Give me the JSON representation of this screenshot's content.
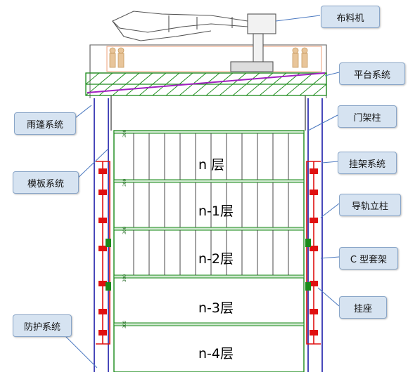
{
  "callouts": {
    "distributor": "布料机",
    "platform": "平台系统",
    "canopy": "雨篷系统",
    "gantry_column": "门架柱",
    "formwork": "模板系统",
    "hanging_frame": "挂架系统",
    "guide_rail": "导轨立柱",
    "c_frame": "C 型套架",
    "mount_seat": "挂座",
    "protection": "防护系统"
  },
  "floors": [
    "n 层",
    "n-1层",
    "n-2层",
    "n-3层",
    "n-4层"
  ],
  "dimension_marks": [
    "300",
    "300",
    "300",
    "300",
    "300"
  ],
  "colors": {
    "callout_fill": "#d6e3f1",
    "steel_green": "#1a8a1a",
    "guide_blue": "#1a1aa8",
    "frame_red": "#e01010",
    "boom_gray": "#6a6a6a",
    "brace_purple": "#a020c0"
  }
}
